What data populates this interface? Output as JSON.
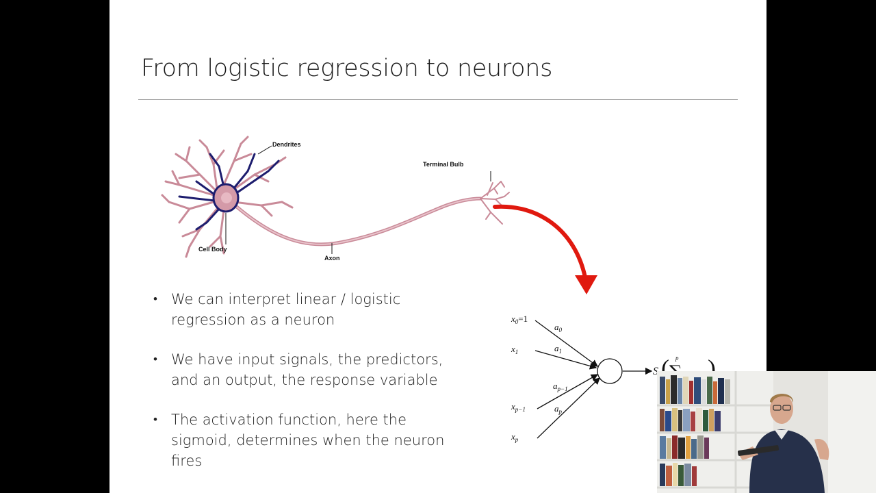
{
  "slide": {
    "title": "From logistic regression to neurons",
    "neuron_labels": {
      "dendrites": "Dendrites",
      "terminal_bulb": "Terminal Bulb",
      "cell_body": "Cell Body",
      "axon": "Axon"
    },
    "bullets": [
      "We can interpret linear / logistic regression as a neuron",
      "We have input signals, the predictors, and an output, the response variable",
      "The activation function, here the sigmoid, determines when the neuron fires"
    ],
    "perceptron": {
      "inputs": [
        "x",
        "x",
        "x",
        "x"
      ],
      "input_subs": [
        "0",
        "1",
        "p−1",
        "p"
      ],
      "x0_value": "=1",
      "weights": [
        "a",
        "a",
        "a",
        "a"
      ],
      "weight_subs": [
        "0",
        "1",
        "p−1",
        "p"
      ],
      "output_symbol": "S",
      "sum_upper": "p"
    },
    "colors": {
      "arrow": "#e0190f",
      "neuron_pink": "#c98a98",
      "neuron_blue": "#1d1d6e"
    }
  }
}
